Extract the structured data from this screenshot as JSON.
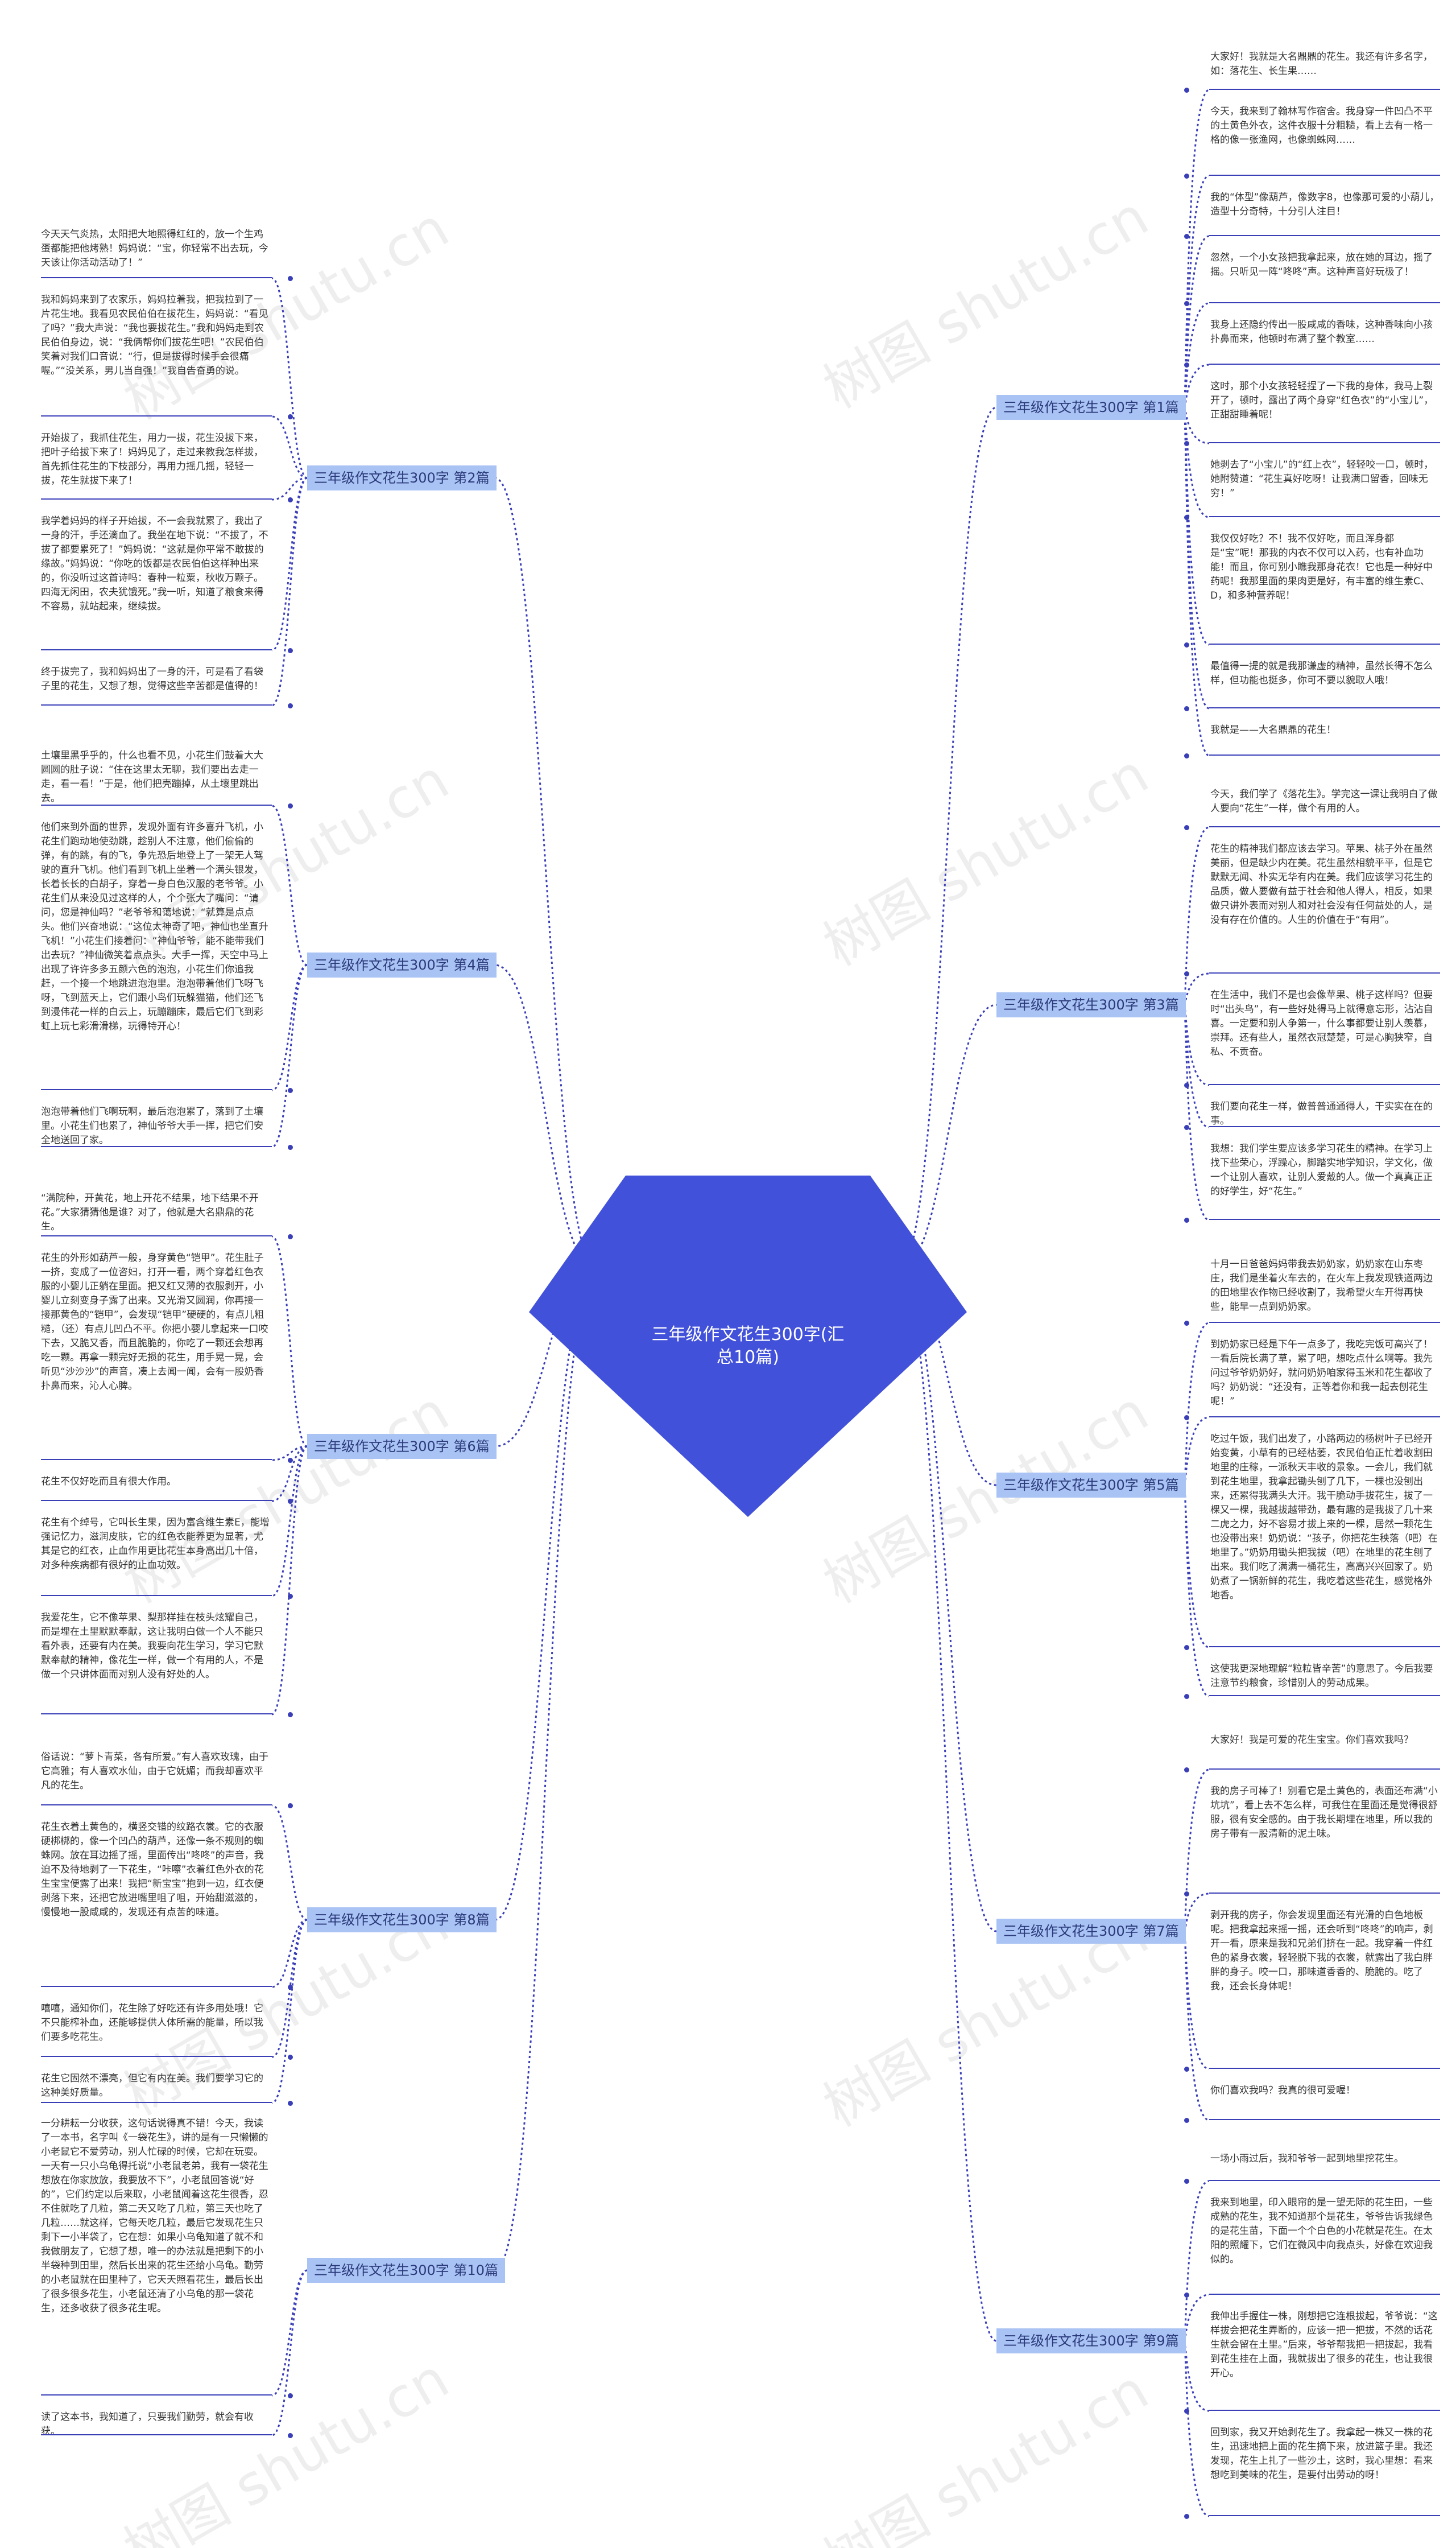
{
  "center_title": "三年级作文花生300字(汇总10篇)",
  "watermark": "树图 shutu.cn",
  "topics": [
    {
      "id": "t1",
      "label": "三年级作文花生300字 第1篇",
      "leaves": [
        "大家好！我就是大名鼎鼎的花生。我还有许多名字，如：落花生、长生果……",
        "今天，我来到了翰林写作宿舍。我身穿一件凹凸不平的土黄色外衣，这件衣服十分粗糙，看上去有一格一格的像一张渔网，也像蜘蛛网……",
        "我的“体型”像葫芦，像数字8，也像那可爱的小葫儿，造型十分奇特，十分引人注目！",
        "忽然，一个小女孩把我拿起来，放在她的耳边，摇了摇。只听见一阵“咚咚”声。这种声音好玩极了！",
        "我身上还隐约传出一股咸咸的香味，这种香味向小孩扑鼻而来，他顿时布满了整个教室……",
        "这时，那个小女孩轻轻捏了一下我的身体，我马上裂开了，顿时，露出了两个身穿“红色衣”的“小宝儿”，正甜甜睡着呢！",
        "她剥去了“小宝儿”的“红上衣”，轻轻咬一口，顿时，她附赞道：“花生真好吃呀！让我满口留香，回味无穷！”",
        "我仅仅好吃？不！我不仅好吃，而且浑身都是“宝”呢！那我的内衣不仅可以入药，也有补血功能！而且，你可别小瞧我那身花衣！它也是一种好中药呢！我那里面的果肉更是好，有丰富的维生素C、D，和多种营养呢！",
        "最值得一提的就是我那谦虚的精神，虽然长得不怎么样，但功能也挺多，你可不要以貌取人哦！",
        "我就是——大名鼎鼎的花生！"
      ]
    },
    {
      "id": "t2",
      "label": "三年级作文花生300字 第2篇",
      "leaves": [
        "今天天气炎热，太阳把大地照得红红的，放一个生鸡蛋都能把他烤熟！妈妈说：“宝，你轻常不出去玩，今天该让你活动活动了！”",
        "我和妈妈来到了农家乐，妈妈拉着我，把我拉到了一片花生地。我看见农民伯伯在拔花生，妈妈说：“看见了吗？”我大声说：“我也要拔花生。”我和妈妈走到农民伯伯身边，说：“我俩帮你们拔花生吧！”农民伯伯笑着对我们口音说：“行，但是拔得时候手会很痛喔。”“没关系，男儿当自强！”我自告奋勇的说。",
        "开始拔了，我抓住花生，用力一拔，花生没拔下来，把叶子给拔下来了！妈妈见了，走过来教我怎样拔，首先抓住花生的下枝部分，再用力摇几摇，轻轻一拔，花生就拔下来了！",
        "我学着妈妈的样子开始拔，不一会我就累了，我出了一身的汗，手还滴血了。我坐在地下说：“不拔了，不拔了都要累死了！”妈妈说：“这就是你平常不敢拔的缘故。”妈妈说：“你吃的饭都是农民伯伯这样种出来的，你没听过这首诗吗：春种一粒粟，秋收万颗子。四海无闲田，农夫犹饿死。”我一听，知道了粮食来得不容易，就站起来，继续拔。",
        "终于拔完了，我和妈妈出了一身的汗，可是看了看袋子里的花生，又想了想，觉得这些辛苦都是值得的！"
      ]
    },
    {
      "id": "t3",
      "label": "三年级作文花生300字 第3篇",
      "leaves": [
        "今天，我们学了《落花生》。学完这一课让我明白了做人要向“花生”一样，做个有用的人。",
        "花生的精神我们都应该去学习。苹果、桃子外在虽然美丽，但是缺少内在美。花生虽然相貌平平，但是它默默无闻、朴实无华有内在美。我们应该学习花生的品质，做人要做有益于社会和他人得人，相反，如果做只讲外表而对别人和对社会没有任何益处的人，是没有存在价值的。人生的价值在于“有用”。",
        "在生活中，我们不是也会像苹果、桃子这样吗？但要时“出头鸟”，有一些好处得马上就得意忘形，沾沾自喜。一定要和别人争第一，什么事都要让别人羡慕，崇拜。还有些人，虽然衣冠楚楚，可是心胸狭窄，自私、不贡奋。",
        "我们要向花生一样，做普普通通得人，干实实在在的事。",
        "我想：我们学生要应该多学习花生的精神。在学习上找下些荣心，浮躁心，脚踏实地学知识，学文化，做一个让别人喜欢，让别人爱戴的人。做一个真真正正的好学生，好“花生。”"
      ]
    },
    {
      "id": "t4",
      "label": "三年级作文花生300字 第4篇",
      "leaves": [
        "土壤里黑乎乎的，什么也看不见，小花生们鼓着大大圆圆的肚子说：“住在这里太无聊，我们要出去走一走，看一看！”于是，他们把壳蹦掉，从土壤里跳出去。",
        "他们来到外面的世界，发现外面有许多喜升飞机，小花生们跑动地使劲跳，趁别人不注意，他们偷偷的弹，有的跳，有的飞，争先恐后地登上了一架无人驾驶的直升飞机。他们看到飞机上坐着一个满头银发，长着长长的白胡子，穿着一身白色汉服的老爷爷。小花生们从来没见过这样的人，个个张大了嘴问：“请问，您是神仙吗？”老爷爷和蔼地说：“就算是点点头。他们兴奋地说：“这位太神奇了吧，神仙也坐直升飞机！”小花生们接着问：“神仙爷爷，能不能带我们出去玩？”神仙微笑着点点头。大手一挥，天空中马上出现了许许多多五颜六色的泡泡，小花生们你追我赶，一个接一个地跳进泡泡里。泡泡带着他们飞呀飞呀，飞到蓝天上，它们跟小鸟们玩躲猫猫，他们还飞到漫伟花一样的白云上，玩蹦蹦床，最后它们飞到彩虹上玩七彩滑滑梯，玩得特开心！",
        "泡泡带着他们飞啊玩啊，最后泡泡累了，落到了土壤里。小花生们也累了，神仙爷爷大手一挥，把它们安全地送回了家。"
      ]
    },
    {
      "id": "t5",
      "label": "三年级作文花生300字 第5篇",
      "leaves": [
        "十月一日爸爸妈妈带我去奶奶家，奶奶家在山东枣庄，我们是坐着火车去的，在火车上我发现铁道两边的田地里农作物已经收割了，我希望火车开得再快些，能早一点到奶奶家。",
        "到奶奶家已经是下午一点多了，我吃完饭可高兴了！一看后院长满了草，累了吧，想吃点什么啊等。我先问过爷爷奶奶好，就问奶奶咱家得玉米和花生都收了吗？奶奶说：“还没有，正等着你和我一起去刨花生呢！”",
        "吃过午饭，我们出发了，小路两边的杨树叶子已经开始变黄，小草有的已经枯萎，农民伯伯正忙着收割田地里的庄稼，一派秋天丰收的景象。一会儿，我们就到花生地里，我拿起锄头刨了几下，一棵也没刨出来，还累得我满头大汗。我干脆动手拔花生，拔了一棵又一棵，我越拔越带劲，最有趣的是我拔了几十来二虎之力，好不容易才拔上来的一棵，居然一颗花生也没带出来！奶奶说：“孩子，你把花生秧落（吧）在地里了。”奶奶用锄头把我拔（吧）在地里的花生刨了出来。我们吃了满满一桶花生，高高兴兴回家了。奶奶煮了一锅新鲜的花生，我吃着这些花生，感觉格外地香。",
        "这使我更深地理解“粒粒皆辛苦”的意思了。今后我要注意节约粮食，珍惜别人的劳动成果。"
      ]
    },
    {
      "id": "t6",
      "label": "三年级作文花生300字 第6篇",
      "leaves": [
        "“满院种，开黄花，地上开花不结果，地下结果不开花。”大家猜猜他是谁？对了，他就是大名鼎鼎的花生。",
        "花生的外形如葫芦一般，身穿黄色“铠甲”。花生肚子一挤，变成了一位咨妇，打开一看，两个穿着红色衣服的小婴儿正躺在里面。把又红又薄的衣服剥开，小婴儿立刻变身子露了出来。又光滑又圆润，你再接一接那黄色的“铠甲”，会发现“铠甲”硬硬的，有点儿粗糙，（还）有点儿凹凸不平。你把小婴儿拿起来一口咬下去，又脆又香，而且脆脆的，你吃了一颗还会想再吃一颗。再拿一颗完好无损的花生，用手晃一晃，会听见“沙沙沙”的声音，凑上去闻一闻，会有一股奶香扑鼻而来，沁人心脾。",
        "花生不仅好吃而且有很大作用。",
        "花生有个绰号，它叫长生果，因为富含维生素E，能增强记忆力，滋润皮肤，它的红色衣能养更为显著，尤其是它的红衣，止血作用更比花生本身高出几十倍，对多种疾病都有很好的止血功效。",
        "我爱花生，它不像苹果、梨那样挂在枝头炫耀自己，而是埋在土里默默奉献，这让我明白做一个人不能只看外表，还要有内在美。我要向花生学习，学习它默默奉献的精神，像花生一样，做一个有用的人，不是做一个只讲体面而对别人没有好处的人。"
      ]
    },
    {
      "id": "t7",
      "label": "三年级作文花生300字 第7篇",
      "leaves": [
        "大家好！我是可爱的花生宝宝。你们喜欢我吗？",
        "我的房子可棒了！别看它是土黄色的，表面还布满“小坑坑”，看上去不怎么样，可我住在里面还是觉得很舒服，很有安全感的。由于我长期埋在地里，所以我的房子带有一股清新的泥土味。",
        "剥开我的房子，你会发现里面还有光滑的白色地板呢。把我拿起来摇一摇，还会听到“咚咚”的响声，剥开一看，原来是我和兄弟们挤在一起。我穿着一件红色的紧身衣裳，轻轻脱下我的衣裳，就露出了我白胖胖的身子。咬一口，那味道香香的、脆脆的。吃了我，还会长身体呢！",
        "你们喜欢我吗？我真的很可爱喔！"
      ]
    },
    {
      "id": "t8",
      "label": "三年级作文花生300字 第8篇",
      "leaves": [
        "俗话说：“萝卜青菜，各有所爱。”有人喜欢玫瑰，由于它高雅；有人喜欢水仙，由于它妩媚；而我却喜欢平凡的花生。",
        "花生衣着土黄色的，横竖交错的纹路衣裳。它的衣服硬梆梆的，像一个凹凸的葫芦，还像一条不规则的蜘蛛网。放在耳边摇了摇，里面传出“咚咚”的声音，我迫不及待地剥了一下花生，“咔嚓”衣着红色外衣的花生宝宝便露了出来！我把“新宝宝”抱到一边，红衣便剥落下来，还把它放进嘴里咀了咀，开始甜滋滋的，慢慢地一股咸咸的，发现还有点苦的味道。",
        "嘻嘻，通知你们，花生除了好吃还有许多用处哦！它不只能榨补血，还能够提供人体所需的能量，所以我们要多吃花生。",
        "花生它固然不漂亮，但它有内在美。我们要学习它的这种美好质量。"
      ]
    },
    {
      "id": "t9",
      "label": "三年级作文花生300字 第9篇",
      "leaves": [
        "一场小雨过后，我和爷爷一起到地里挖花生。",
        "我来到地里，印入眼帘的是一望无际的花生田，一些成熟的花生，我不知道那个是花生，爷爷告诉我绿色的是花生苗，下面一个个白色的小花就是花生。在太阳的照耀下，它们在微风中向我点头，好像在欢迎我似的。",
        "我伸出手握住一株，刚想把它连根拔起，爷爷说：“这样拔会把花生弄断的，应该一把一把拔，不然的话花生就会留在土里。”后来，爷爷帮我把一把拔起，我看到花生挂在上面，我就拔出了很多的花生，也让我很开心。",
        "回到家，我又开始剥花生了。我拿起一株又一株的花生，迅速地把上面的花生摘下来，放进篮子里。我还发现，花生上扎了一些沙土，这时，我心里想：看来想吃到美味的花生，是要付出劳动的呀！"
      ]
    },
    {
      "id": "t10",
      "label": "三年级作文花生300字 第10篇",
      "leaves": [
        "一分耕耘一分收获，这句话说得真不错！今天，我读了一本书，名字叫《一袋花生》，讲的是有一只懒懒的小老鼠它不爱劳动，别人忙碌的时候，它却在玩耍。一天有一只小乌龟得托说“小老鼠老弟，我有一袋花生想放在你家放放，我要放不下”，小老鼠回答说“好的”，它们约定以后来取，小老鼠闻着这花生很香，忍不住就吃了几粒，第二天又吃了几粒，第三天也吃了几粒……就这样，它每天吃几粒，最后它发现花生只剩下一小半袋了，它在想：如果小乌龟知道了就不和我做朋友了，它想了想，唯一的办法就是把剩下的小半袋种到田里，然后长出来的花生还给小乌龟。勤劳的小老鼠就在田里种了，它天天照看花生，最后长出了很多很多花生，小老鼠还清了小乌龟的那一袋花生，还多收获了很多花生呢。",
        "读了这本书，我知道了，只要我们勤劳，就会有收获。"
      ]
    }
  ]
}
